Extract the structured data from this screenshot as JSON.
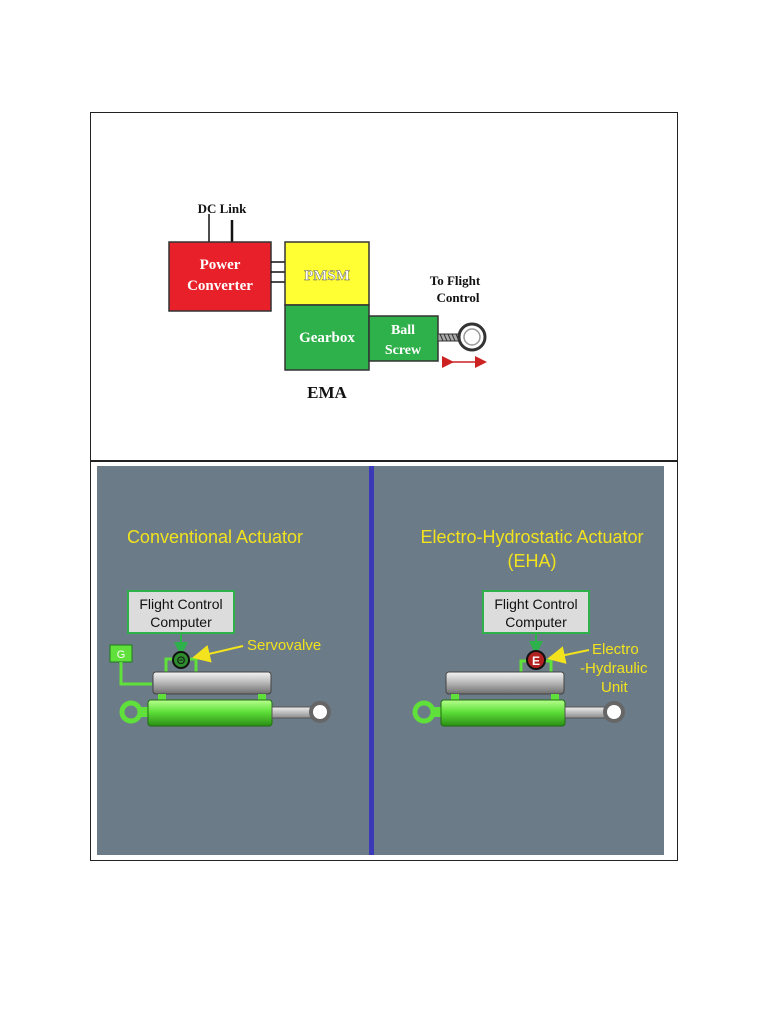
{
  "ema": {
    "dc_link": "DC Link",
    "power_converter_line1": "Power",
    "power_converter_line2": "Converter",
    "pmsm": "PMSM",
    "gearbox": "Gearbox",
    "ball_screw_line1": "Ball",
    "ball_screw_line2": "Screw",
    "to_flight_line1": "To Flight",
    "to_flight_line2": "Control",
    "caption": "EMA"
  },
  "conventional": {
    "title": "Conventional Actuator",
    "fcc_line1": "Flight Control",
    "fcc_line2": "Computer",
    "servovalve": "Servovalve",
    "g_box": "G",
    "valve_symbol": "Θ"
  },
  "eha": {
    "title_line1": "Electro-Hydrostatic Actuator",
    "title_line2": "(EHA)",
    "fcc_line1": "Flight Control",
    "fcc_line2": "Computer",
    "unit_line1": "Electro",
    "unit_line2": "-Hydraulic",
    "unit_line3": "Unit",
    "unit_symbol": "E"
  },
  "colors": {
    "power_converter": "#e8202a",
    "pmsm": "#ffff33",
    "gearbox": "#2eb04a",
    "panel_bg": "#6b7b87",
    "panel_divider": "#3a3ab8",
    "title_yellow": "#f2e31e",
    "actuator_green": "#5fe03a",
    "arrow_red": "#cc2222"
  }
}
